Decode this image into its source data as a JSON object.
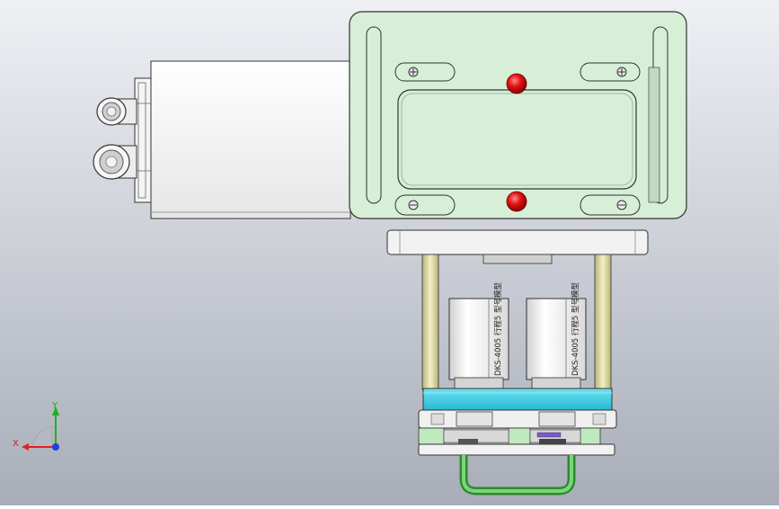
{
  "cylinder_labels": {
    "left": "DKS-4005 行程5 型号模型",
    "right": "DKS-4005 行程5 型号模型"
  },
  "triad": {
    "x_label": "X",
    "y_label": "Y"
  },
  "colors": {
    "background_top": "#eef0f4",
    "background_bottom": "#a8adb8",
    "plate": "#d6efd6",
    "cyan_block": "#3ecfe6",
    "red_marker": "#e81414",
    "green_handle": "#3fae3f",
    "axis_x": "#e02020",
    "axis_y": "#20b020",
    "axis_z": "#2040e0"
  },
  "icons": [
    "axis-triad-icon",
    "screw-icon",
    "marker-dot-icon"
  ]
}
